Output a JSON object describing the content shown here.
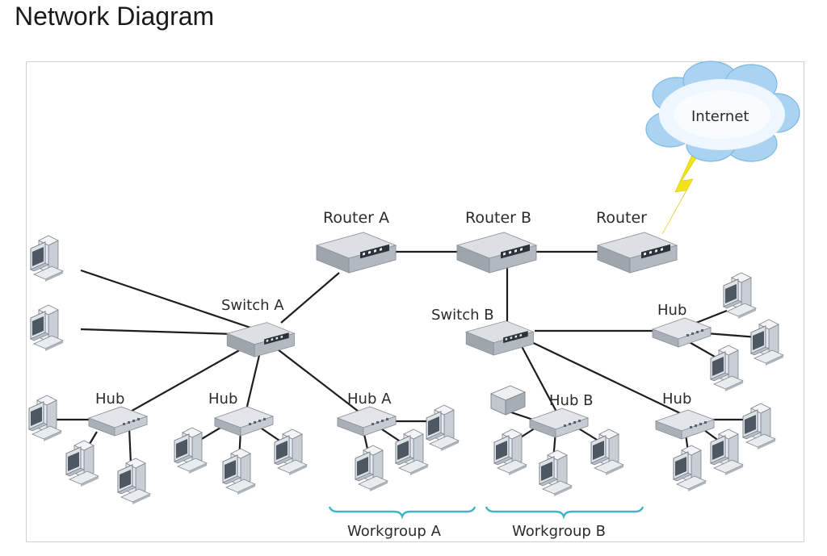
{
  "title": "Network Diagram",
  "colors": {
    "link": "#1e1e1e",
    "device_top": "#dfe2e6",
    "device_front": "#9aa1aa",
    "cloud": "#a9d3f0",
    "lightning": "#f2e21c",
    "brace": "#3fb3c4"
  },
  "devices": {
    "router_a": "Router A",
    "router_b": "Router B",
    "router": "Router",
    "internet": "Internet",
    "switch_a": "Switch A",
    "switch_b": "Switch B",
    "hub_1": "Hub",
    "hub_2": "Hub",
    "hub_a": "Hub A",
    "hub_b": "Hub B",
    "hub_right_top": "Hub",
    "hub_right_bottom": "Hub"
  },
  "workgroups": {
    "a": "Workgroup A",
    "b": "Workgroup B"
  },
  "icons": [
    "router-icon",
    "switch-icon",
    "hub-icon",
    "computer-icon",
    "cloud-icon",
    "lightning-icon",
    "printer-icon"
  ]
}
